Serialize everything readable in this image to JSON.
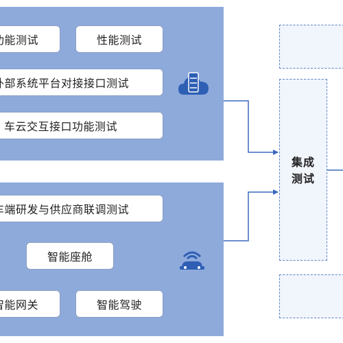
{
  "top_group": {
    "items": [
      "功能测试",
      "性能测试",
      "外部系统平台对接接口测试",
      "车云交互接口功能测试"
    ]
  },
  "bottom_group": {
    "items": [
      "车端研发与供应商联调测试",
      "智能座舱",
      "智能网关",
      "智能驾驶"
    ]
  },
  "integration": {
    "label_line1": "集成",
    "label_line2": "测试"
  },
  "icons": {
    "top": "cloud-server-icon",
    "bottom": "connected-car-icon"
  },
  "colors": {
    "panel": "#8eaadb",
    "icon": "#2e5fb5",
    "line": "#3a68bd",
    "dash_border": "#5b83c7",
    "dash_fill": "#f1f5fc"
  }
}
